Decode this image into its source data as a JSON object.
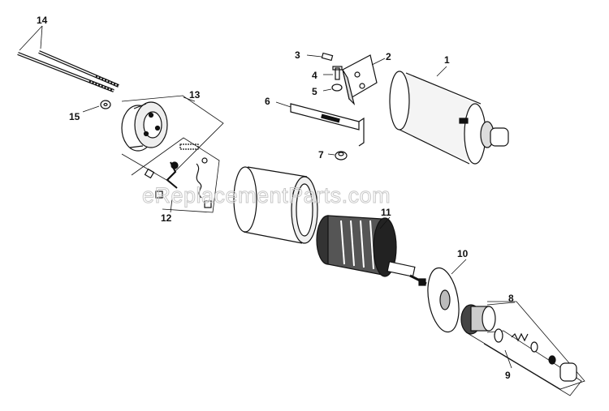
{
  "watermark": "eReplacementParts.com",
  "callouts": [
    "1",
    "2",
    "3",
    "4",
    "5",
    "6",
    "7",
    "8",
    "9",
    "10",
    "11",
    "12",
    "13",
    "14",
    "15"
  ],
  "colors": {
    "line": "#111111",
    "watermark": "#c8c8c8",
    "background": "#ffffff"
  }
}
